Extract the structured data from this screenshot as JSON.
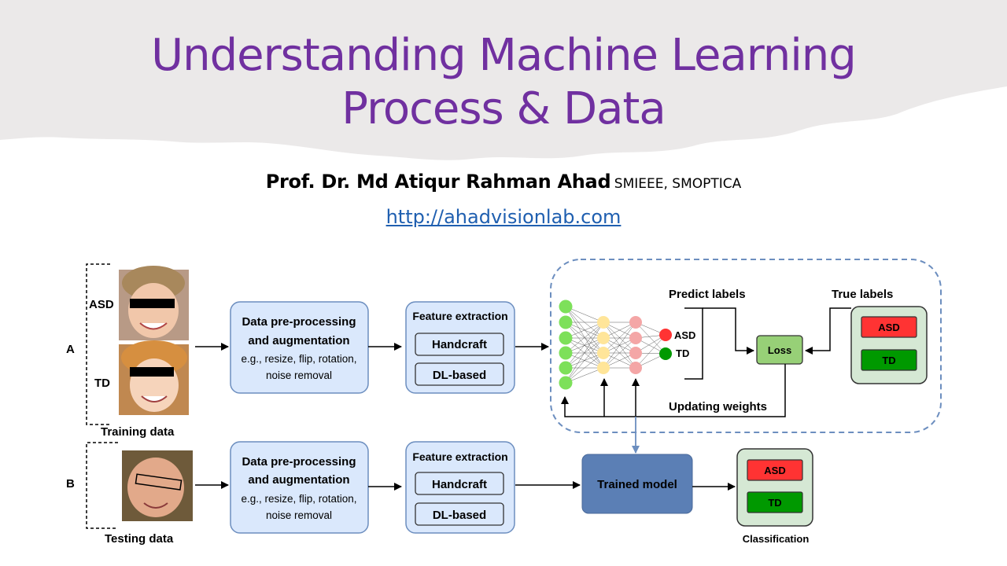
{
  "slide": {
    "title_line1": "Understanding Machine Learning",
    "title_line2": "Process & Data",
    "author_name": "Prof. Dr. Md Atiqur Rahman Ahad",
    "author_credentials": "SMIEEE, SMOPTICA",
    "url": "http://ahadvisionlab.com"
  },
  "diagram": {
    "row_a_label": "A",
    "row_b_label": "B",
    "class_asd": "ASD",
    "class_td": "TD",
    "training_data_caption": "Training data",
    "testing_data_caption": "Testing data",
    "preproc_title_1": "Data pre-processing",
    "preproc_title_2": "and augmentation",
    "preproc_detail_1": "e.g., resize, flip, rotation,",
    "preproc_detail_2": "noise removal",
    "feature_title": "Feature extraction",
    "feature_handcraft": "Handcraft",
    "feature_dl": "DL-based",
    "predict_labels": "Predict labels",
    "true_labels": "True labels",
    "loss": "Loss",
    "updating_weights": "Updating weights",
    "trained_model": "Trained model",
    "classification_caption": "Classification",
    "colors": {
      "title": "#7030a0",
      "box_fill": "#dae8fc",
      "box_stroke": "#6c8ebf",
      "trained_model": "#5b7fb5",
      "loss_fill": "#97d077",
      "label_panel": "#d5e8d4",
      "asd_red": "#ff3333",
      "td_green": "#009900",
      "input_layer": "#7de05a",
      "hidden_layer_1": "#ffe599",
      "hidden_layer_2": "#f4a6a6"
    }
  }
}
